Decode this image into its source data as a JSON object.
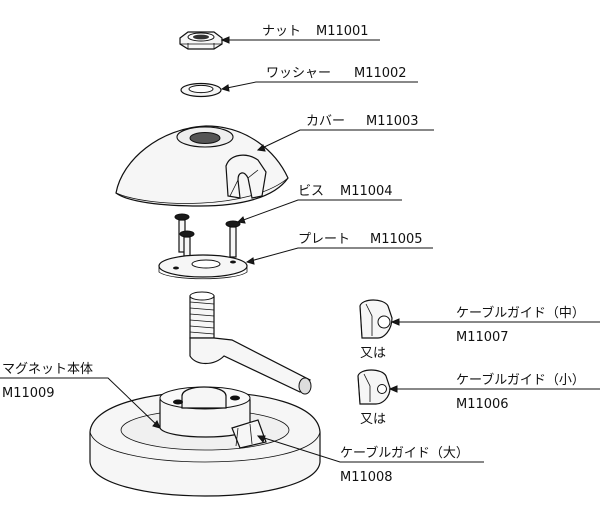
{
  "parts": [
    {
      "id": "nut",
      "name": "ナット",
      "code": "M11001"
    },
    {
      "id": "washer",
      "name": "ワッシャー",
      "code": "M11002"
    },
    {
      "id": "cover",
      "name": "カバー",
      "code": "M11003"
    },
    {
      "id": "screw",
      "name": "ビス",
      "code": "M11004"
    },
    {
      "id": "plate",
      "name": "プレート",
      "code": "M11005"
    },
    {
      "id": "guide_medium",
      "name": "ケーブルガイド（中）",
      "code": "M11007"
    },
    {
      "id": "guide_small",
      "name": "ケーブルガイド（小）",
      "code": "M11006"
    },
    {
      "id": "magnet_body",
      "name": "マグネット本体",
      "code": "M11009"
    },
    {
      "id": "guide_large",
      "name": "ケーブルガイド（大）",
      "code": "M11008"
    }
  ],
  "alt_text": "又は"
}
